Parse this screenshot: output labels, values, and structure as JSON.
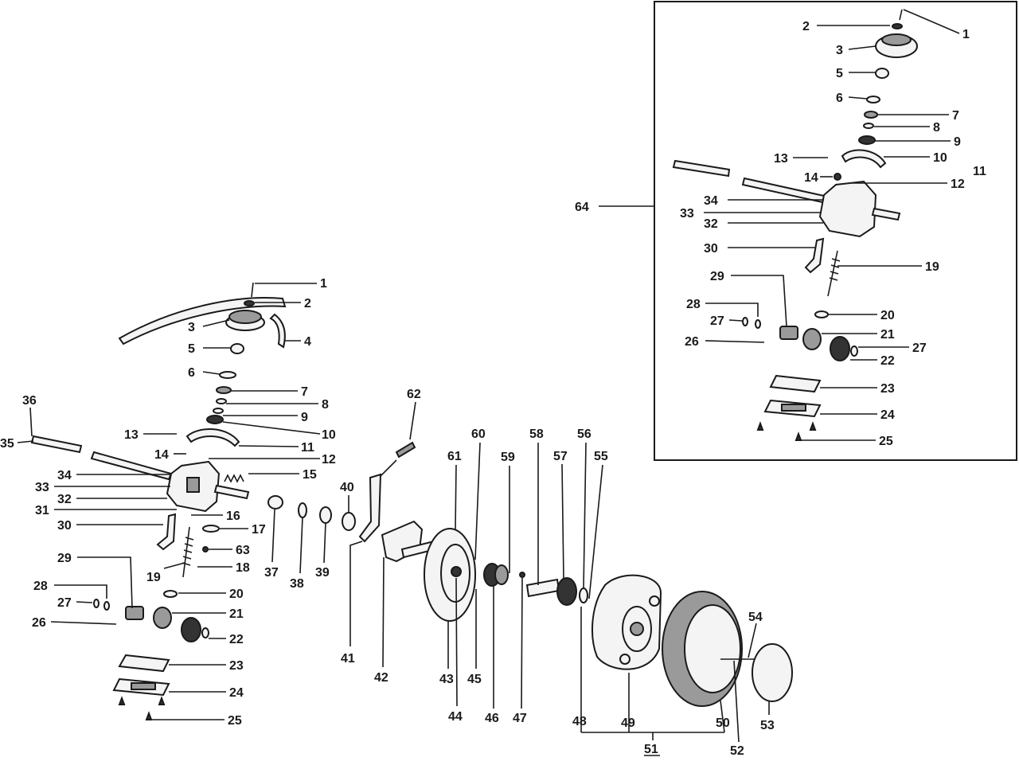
{
  "labels": {
    "l1": "1",
    "l2": "2",
    "l3": "3",
    "l4": "4",
    "l5": "5",
    "l6": "6",
    "l7": "7",
    "l8": "8",
    "l9": "9",
    "l10": "10",
    "l11": "11",
    "l12": "12",
    "l13": "13",
    "l14": "14",
    "l15": "15",
    "l16": "16",
    "l17": "17",
    "l18": "18",
    "l19": "19",
    "l20": "20",
    "l21": "21",
    "l22": "22",
    "l23": "23",
    "l24": "24",
    "l25": "25",
    "l26": "26",
    "l27": "27",
    "l28": "28",
    "l29": "29",
    "l30": "30",
    "l31": "31",
    "l32": "32",
    "l33": "33",
    "l34": "34",
    "l35": "35",
    "l36": "36",
    "l37": "37",
    "l38": "38",
    "l39": "39",
    "l40": "40",
    "l41": "41",
    "l42": "42",
    "l43": "43",
    "l44": "44",
    "l45": "45",
    "l46": "46",
    "l47": "47",
    "l48": "48",
    "l49": "49",
    "l50": "50",
    "l51": "51",
    "l52": "52",
    "l53": "53",
    "l54": "54",
    "l55": "55",
    "l56": "56",
    "l57": "57",
    "l58": "58",
    "l59": "59",
    "l60": "60",
    "l61": "61",
    "l62": "62",
    "l63": "63",
    "i1": "1",
    "i2": "2",
    "i3": "3",
    "i5": "5",
    "i6": "6",
    "i7": "7",
    "i8": "8",
    "i9": "9",
    "i10": "10",
    "i11": "11",
    "i12": "12",
    "i13": "13",
    "i14": "14",
    "i19": "19",
    "i20": "20",
    "i21": "21",
    "i22": "22",
    "i23": "23",
    "i24": "24",
    "i25": "25",
    "i26": "26",
    "i27a": "27",
    "i27b": "27",
    "i28": "28",
    "i29": "29",
    "i30": "30",
    "i32": "32",
    "i33": "33",
    "i34": "34",
    "i64": "64"
  }
}
